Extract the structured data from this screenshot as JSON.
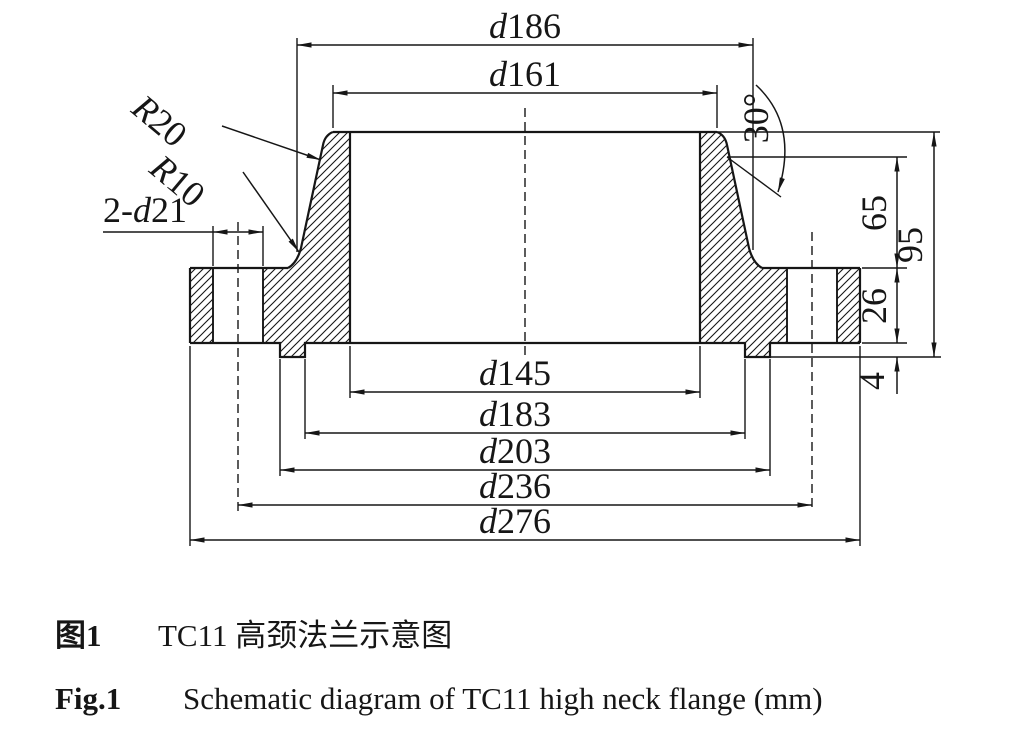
{
  "figure": {
    "captions": {
      "zh_label": "图1",
      "zh_text": "TC11 高颈法兰示意图",
      "en_label": "Fig.1",
      "en_text": "Schematic diagram of TC11 high neck flange (mm)"
    },
    "units": "mm"
  },
  "dims": {
    "d186": {
      "prefix": "d",
      "value": "186"
    },
    "d161": {
      "prefix": "d",
      "value": "161"
    },
    "d145": {
      "prefix": "d",
      "value": "145"
    },
    "d183": {
      "prefix": "d",
      "value": "183"
    },
    "d203": {
      "prefix": "d",
      "value": "203"
    },
    "d236": {
      "prefix": "d",
      "value": "236"
    },
    "d276": {
      "prefix": "d",
      "value": "276"
    },
    "h65": {
      "value": "65"
    },
    "h95": {
      "value": "95"
    },
    "h26": {
      "value": "26"
    },
    "h4": {
      "value": "4"
    },
    "angle": {
      "value": "30°"
    },
    "r20": {
      "prefix": "R",
      "value": "20"
    },
    "r10": {
      "prefix": "R",
      "value": "10"
    },
    "bolt_holes": {
      "count_prefix": "2-",
      "dia_symbol": "d",
      "value": "21"
    }
  },
  "colors": {
    "line": "#161616",
    "bg": "#ffffff"
  }
}
